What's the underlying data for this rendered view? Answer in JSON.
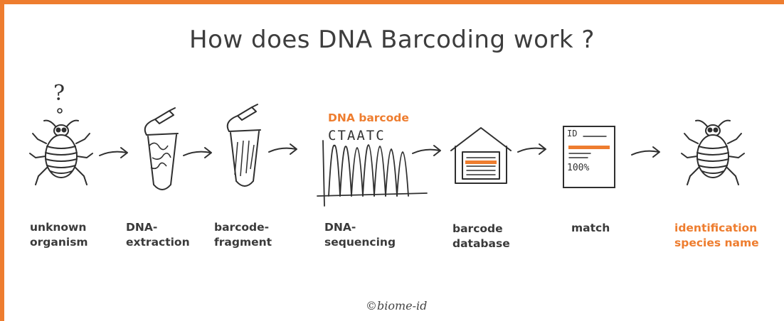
{
  "title": "How does DNA Barcoding work ?",
  "question_mark": "?",
  "barcode_caption": "DNA barcode",
  "sequence": "CTAATC",
  "match_card": {
    "id_text": "ID",
    "percent": "100%"
  },
  "steps": [
    {
      "label": "unknown\norganism",
      "highlight": false
    },
    {
      "label": "DNA-\nextraction",
      "highlight": false
    },
    {
      "label": "barcode-\nfragment",
      "highlight": false
    },
    {
      "label": "DNA-\nsequencing",
      "highlight": false
    },
    {
      "label": "barcode\ndatabase",
      "highlight": false
    },
    {
      "label": "match",
      "highlight": false
    },
    {
      "label": "identification\nspecies name",
      "highlight": true
    }
  ],
  "credit": "©biome-id",
  "colors": {
    "accent": "#ee7d2f",
    "ink": "#333333"
  },
  "icons": [
    "beetle-icon",
    "test-tube-icon",
    "sequencer-icon",
    "database-icon",
    "match-card-icon",
    "arrow-icon"
  ]
}
